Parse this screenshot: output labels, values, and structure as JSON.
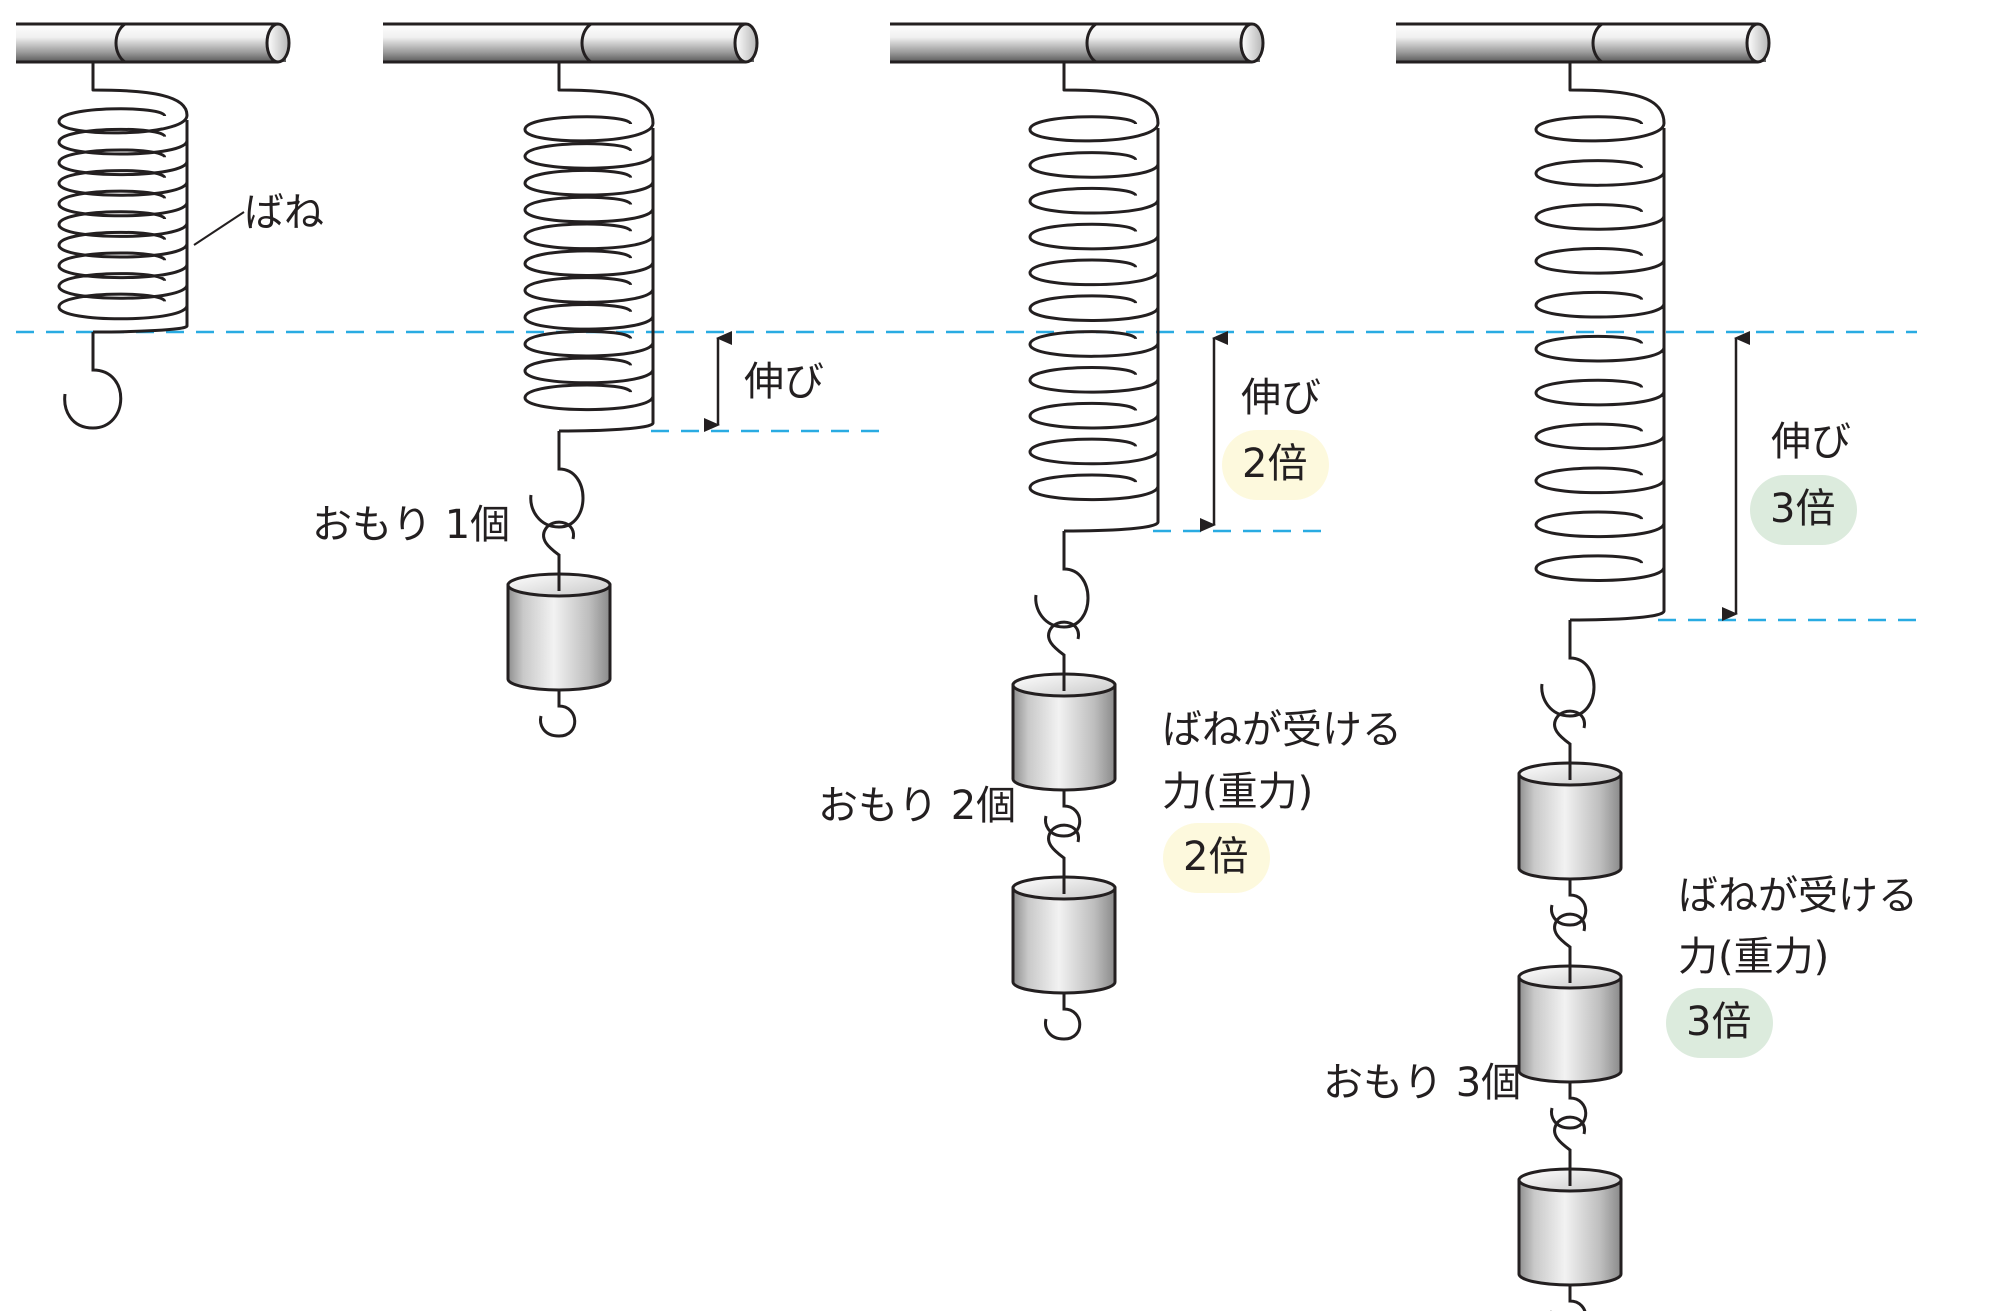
{
  "figure": {
    "labels": {
      "spring": "ばね",
      "extension": "伸び",
      "force_line1": "ばねが受ける",
      "force_line2": "力(重力)"
    },
    "setups": [
      {
        "weights_label": null,
        "weights_count": 0,
        "extension_label": null,
        "extension_multiple": null,
        "force_multiple": null
      },
      {
        "weights_label": "おもり 1個",
        "weights_count": 1,
        "extension_label": "伸び",
        "extension_multiple": null,
        "force_multiple": null
      },
      {
        "weights_label": "おもり 2個",
        "weights_count": 2,
        "extension_label": "伸び",
        "extension_multiple": "2倍",
        "force_multiple": "2倍",
        "badge_color": "#fdf9dd"
      },
      {
        "weights_label": "おもり 3個",
        "weights_count": 3,
        "extension_label": "伸び",
        "extension_multiple": "3倍",
        "force_multiple": "3倍",
        "badge_color": "#dcebdd"
      }
    ],
    "colors": {
      "reference_line": "#29abe2",
      "stroke": "#231f20",
      "badge_2x": "#fdf9dd",
      "badge_3x": "#dcebdd"
    }
  }
}
